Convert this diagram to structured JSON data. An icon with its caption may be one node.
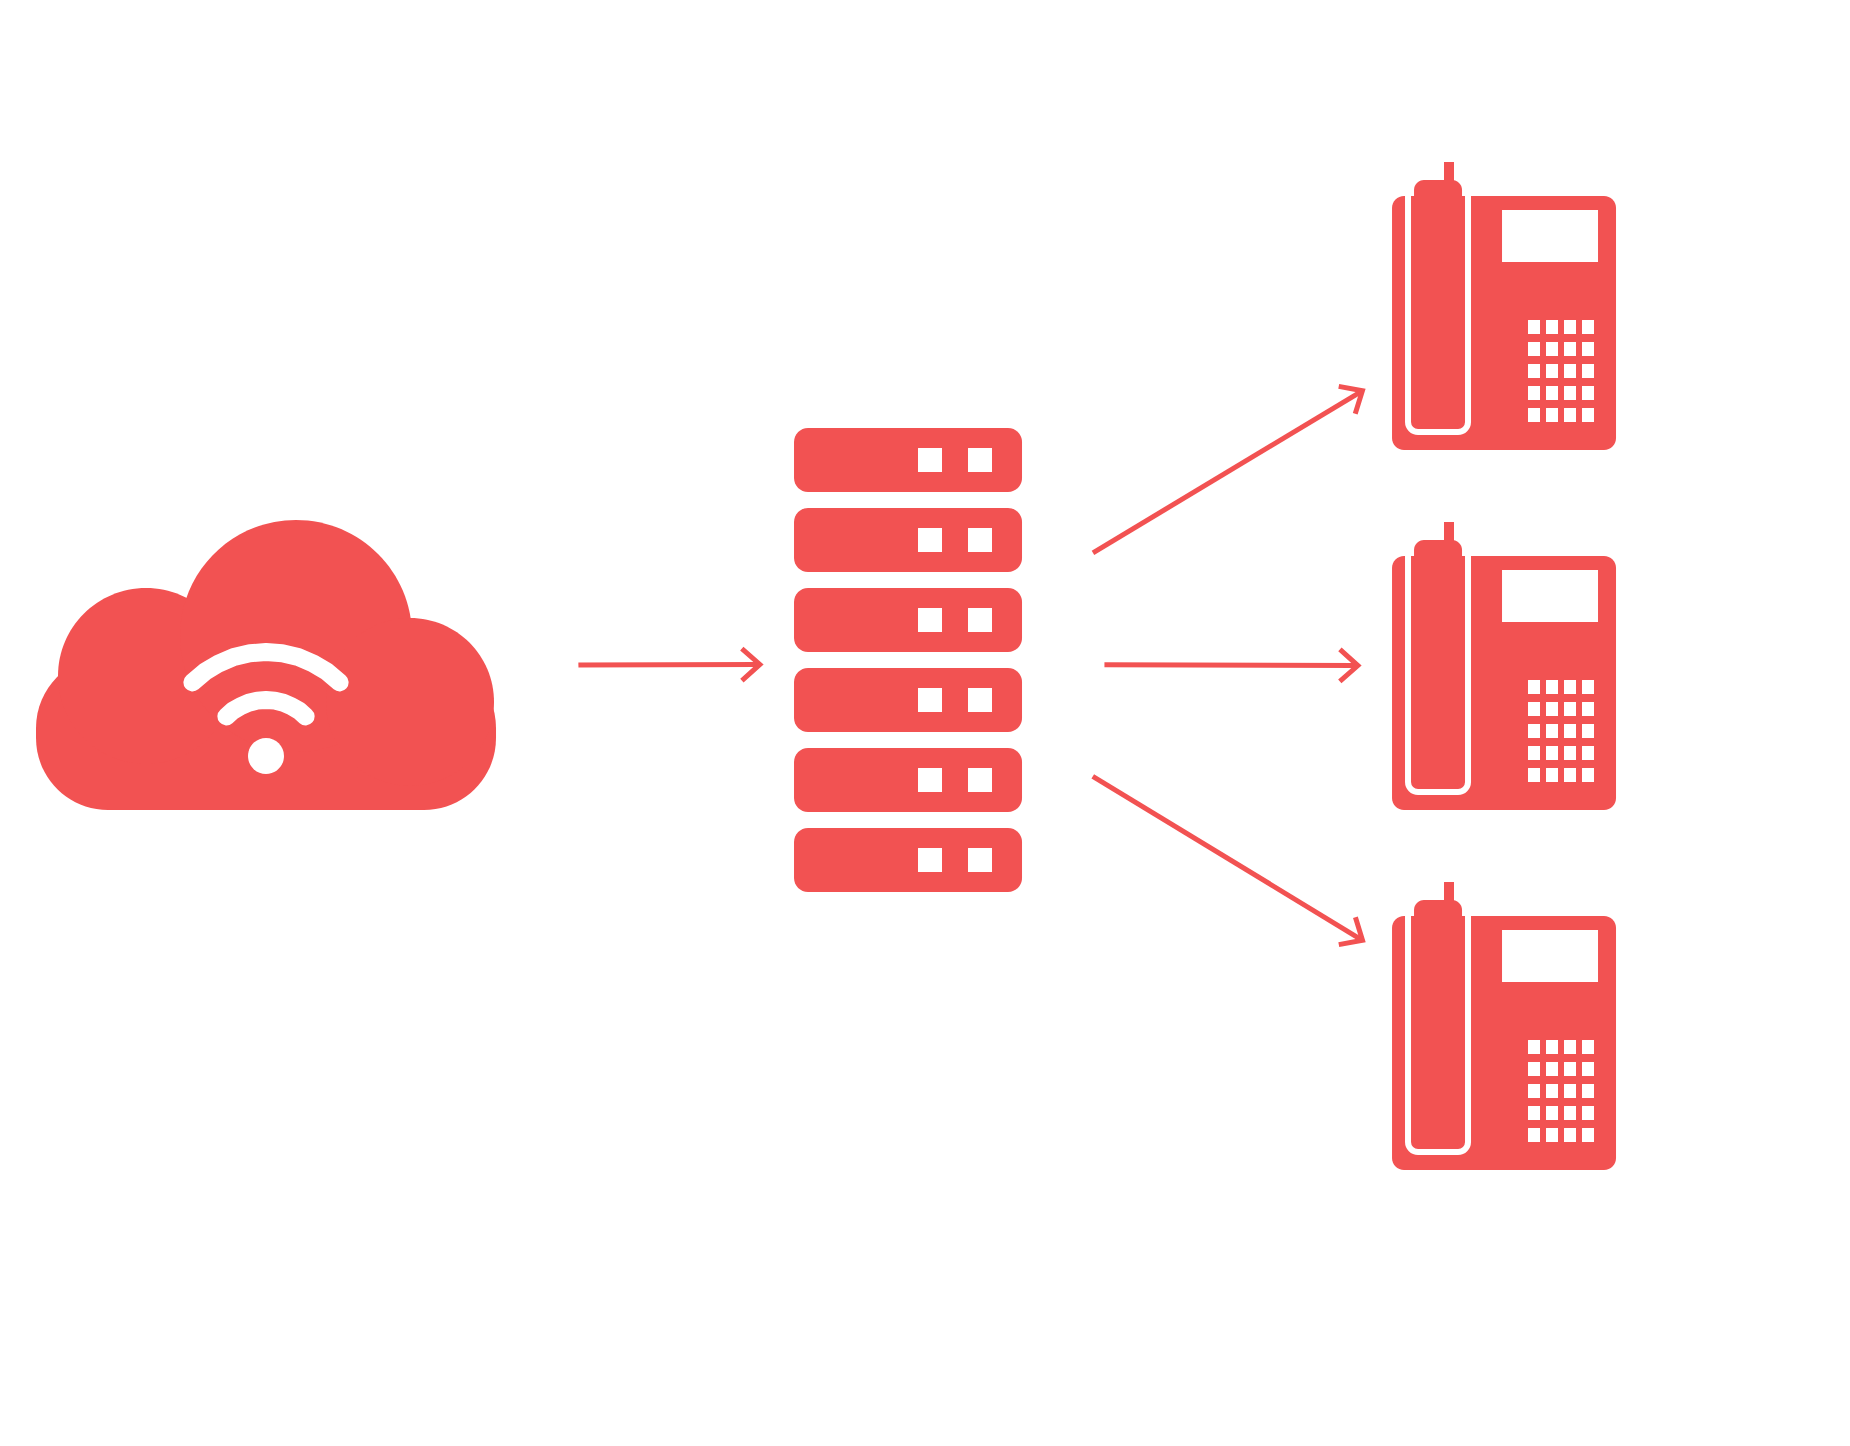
{
  "diagram": {
    "nodes": [
      {
        "text": [],
        "shape": "picture"
      },
      {
        "text": [],
        "shape": "picture"
      },
      {
        "text": [],
        "shape": "picture"
      },
      {
        "text": [],
        "shape": "picture"
      },
      {
        "text": [],
        "shape": "picture"
      }
    ],
    "edges": [
      {
        "from": 0,
        "to": 1,
        "arrow": "to"
      },
      {
        "from": 1,
        "to": 2,
        "arrow": "to"
      },
      {
        "from": 1,
        "to": 3,
        "arrow": "to"
      },
      {
        "from": 1,
        "to": 4,
        "arrow": "to"
      }
    ]
  }
}
